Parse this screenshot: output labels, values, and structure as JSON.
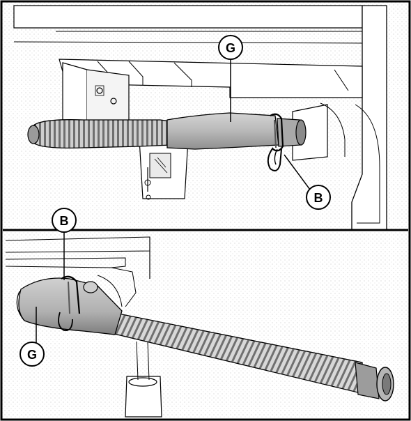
{
  "figure": {
    "callouts": {
      "top_hose": "G",
      "top_clamp": "B",
      "bottom_clamp": "B",
      "bottom_hose": "G"
    },
    "colors": {
      "background": "#ffffff",
      "stipple": "#d9d9d9",
      "hose_fill": "#bdbdbd",
      "hose_dark": "#6e6e6e",
      "outline": "#000000"
    }
  }
}
